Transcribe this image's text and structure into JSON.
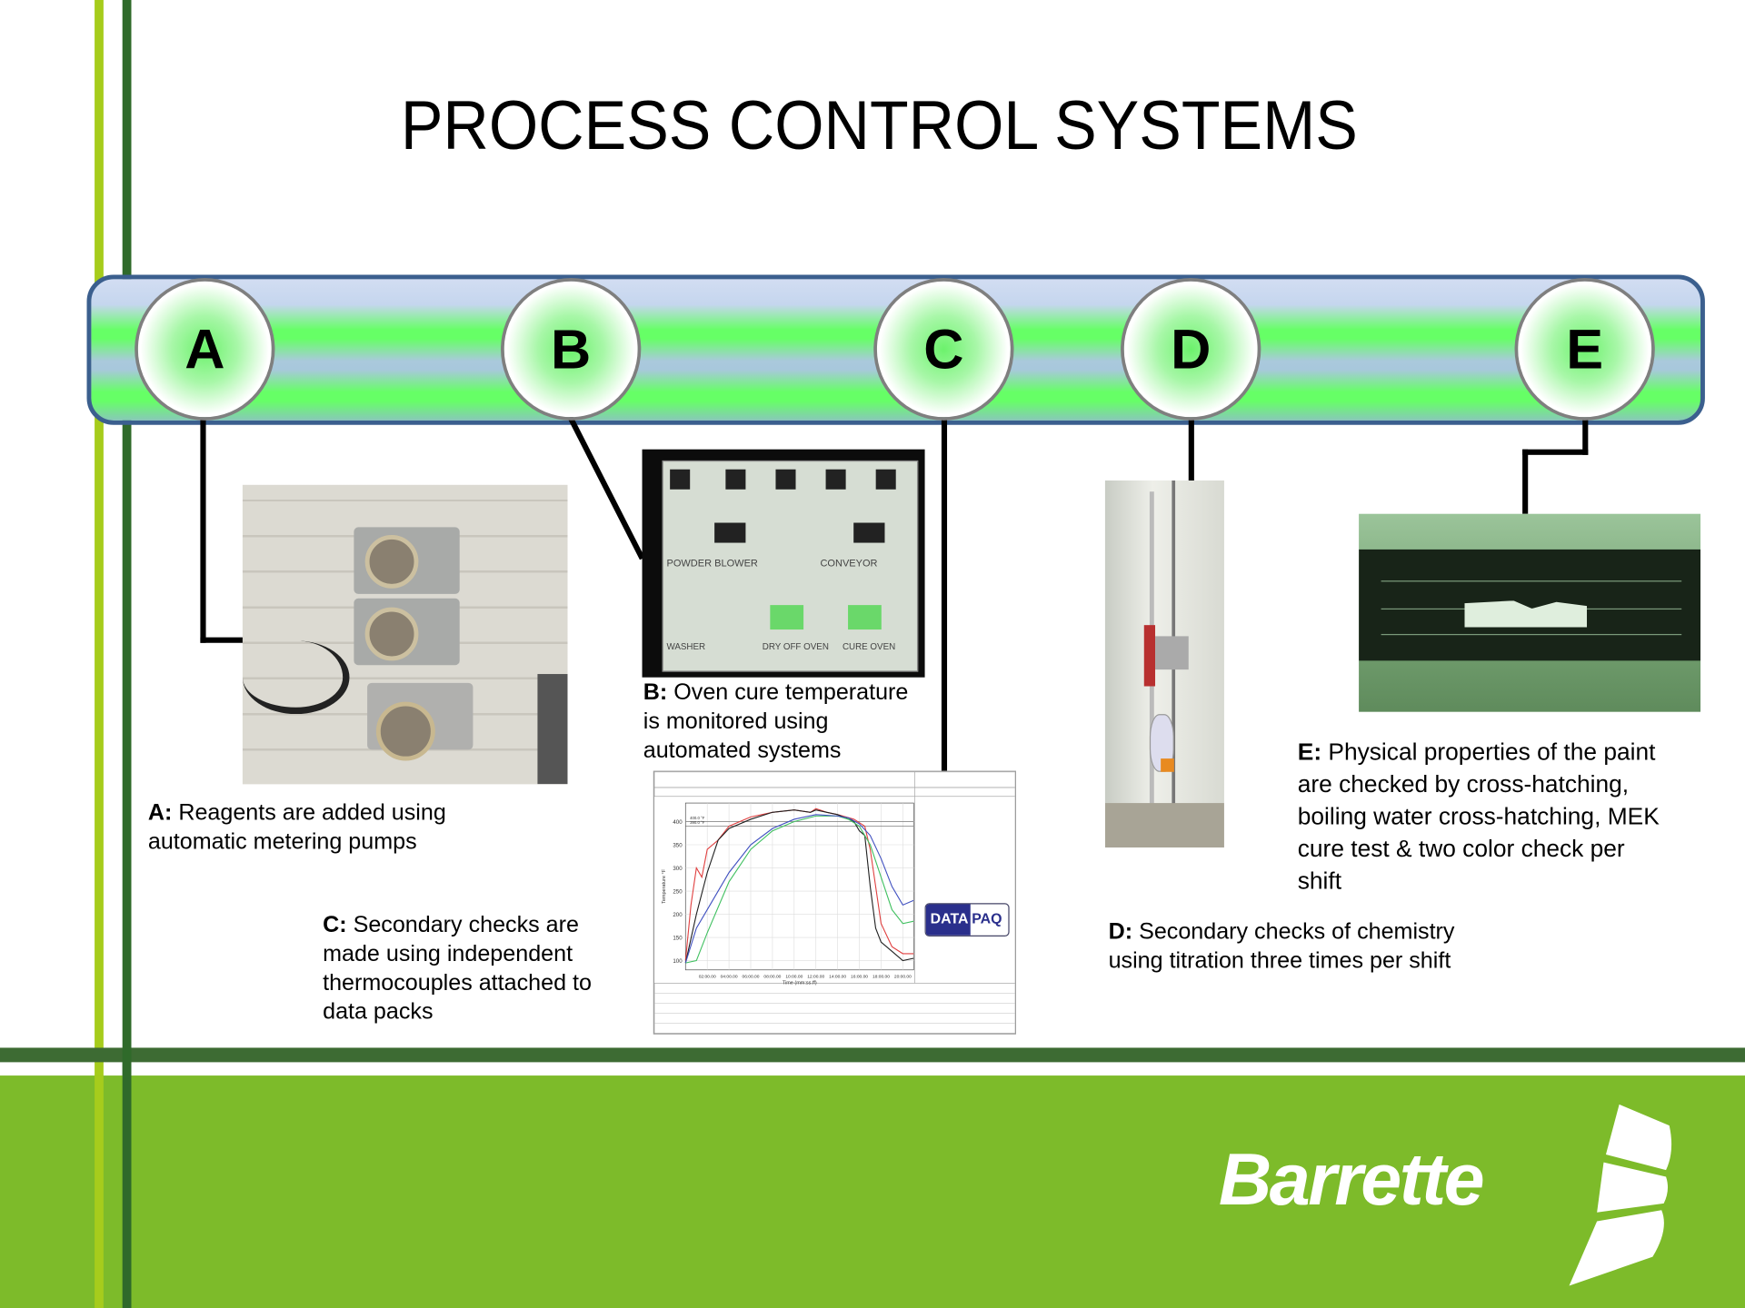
{
  "slide": {
    "title": "PROCESS CONTROL SYSTEMS",
    "nodes": [
      {
        "letter": "A"
      },
      {
        "letter": "B"
      },
      {
        "letter": "C"
      },
      {
        "letter": "D"
      },
      {
        "letter": "E"
      }
    ],
    "captions": {
      "a": {
        "key": "A:",
        "lines": [
          "Reagents are added using",
          "automatic metering pumps"
        ]
      },
      "b": {
        "key": "B:",
        "lines": [
          "Oven cure temperature",
          "is monitored using",
          "automated systems"
        ]
      },
      "c": {
        "key": "C:",
        "lines": [
          "Secondary checks are",
          "made using independent",
          "thermocouples attached to",
          "data packs"
        ]
      },
      "d": {
        "key": "D:",
        "lines": [
          "Secondary checks of chemistry",
          "using titration three times per shift"
        ]
      },
      "e": {
        "key": "E:",
        "lines": [
          "Physical properties of the paint",
          "are checked by cross-hatching,",
          "boiling water cross-hatching, MEK",
          "cure test & two color check per",
          "shift"
        ]
      }
    },
    "photo_b_labels": [
      "POWDER BLOWER",
      "CONVEYOR",
      "WASHER",
      "DRY OFF OVEN",
      "CURE OVEN"
    ],
    "datapaq_logo": {
      "left": "DATA",
      "right": "PAQ"
    },
    "logo": {
      "text": "Barrette"
    },
    "colors": {
      "light_green": "#a6cc1c",
      "dark_green": "#2f6a2a",
      "footer_green": "#7dbb2a",
      "footer_band": "#3d6b33",
      "bar_border": "#3b5f8e"
    }
  },
  "chart_data": {
    "type": "line",
    "title": "",
    "xlabel": "Time (mm:ss.ff)",
    "ylabel": "Temperature °F",
    "xticks": [
      "02:00.00",
      "04:00.00",
      "06:00.00",
      "08:00.00",
      "10:00.00",
      "12:00.00",
      "14:00.00",
      "16:00.00",
      "18:00.00",
      "20:00.00"
    ],
    "yticks": [
      100,
      150,
      200,
      250,
      300,
      350,
      400
    ],
    "ylim": [
      80,
      440
    ],
    "xlim": [
      0,
      21
    ],
    "annotations": [
      "400.0 °F",
      "390.0 °F"
    ],
    "series": [
      {
        "name": "red",
        "color": "#e04040",
        "x": [
          0,
          0.5,
          1,
          1.5,
          2,
          3,
          4,
          6,
          8,
          10,
          11.5,
          12,
          13,
          14,
          15.5,
          16.5,
          17,
          17.5,
          18,
          19,
          20,
          21
        ],
        "y": [
          100,
          220,
          300,
          280,
          340,
          360,
          390,
          410,
          420,
          425,
          420,
          428,
          420,
          415,
          405,
          390,
          340,
          260,
          180,
          130,
          115,
          115
        ]
      },
      {
        "name": "black",
        "color": "#202020",
        "x": [
          0,
          1,
          2,
          3,
          4,
          6,
          8,
          10,
          11.5,
          12,
          13,
          14,
          15.5,
          16,
          16.5,
          17,
          17.5,
          18,
          19,
          20,
          21
        ],
        "y": [
          95,
          200,
          290,
          360,
          385,
          405,
          420,
          425,
          420,
          425,
          420,
          415,
          400,
          380,
          370,
          260,
          170,
          140,
          120,
          100,
          105
        ]
      },
      {
        "name": "green",
        "color": "#40c060",
        "x": [
          0,
          1,
          2,
          4,
          6,
          8,
          10,
          12,
          14,
          15,
          16,
          17,
          18,
          19,
          20,
          21
        ],
        "y": [
          95,
          100,
          160,
          270,
          340,
          380,
          400,
          412,
          412,
          405,
          390,
          350,
          280,
          210,
          180,
          185
        ]
      },
      {
        "name": "blue",
        "color": "#4050c0",
        "x": [
          0,
          1,
          2,
          4,
          6,
          8,
          10,
          12,
          14,
          15,
          16,
          17,
          18,
          19,
          20,
          21
        ],
        "y": [
          95,
          170,
          210,
          290,
          350,
          385,
          405,
          415,
          412,
          408,
          395,
          370,
          320,
          260,
          220,
          230
        ]
      }
    ]
  }
}
